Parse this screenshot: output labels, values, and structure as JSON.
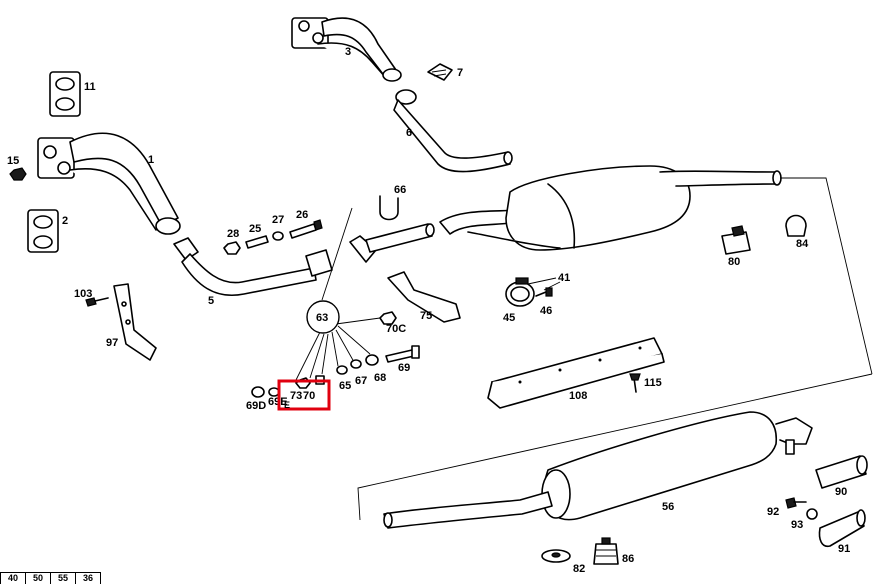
{
  "callouts": {
    "c1": "1",
    "c2": "2",
    "c3": "3",
    "c5": "5",
    "c6": "6",
    "c7": "7",
    "c11": "11",
    "c15": "15",
    "c25": "25",
    "c26": "26",
    "c27": "27",
    "c28": "28",
    "c41": "41",
    "c45": "45",
    "c46": "46",
    "c56": "56",
    "c63": "63",
    "c65": "65",
    "c66": "66",
    "c67": "67",
    "c68": "68",
    "c69": "69",
    "c69d": "69D",
    "c69e": "69E",
    "c70": "70",
    "c70c": "70C",
    "c73": "73",
    "c75": "75",
    "c80": "80",
    "c82": "82",
    "c84": "84",
    "c86": "86",
    "c90": "90",
    "c91": "91",
    "c92": "92",
    "c93": "93",
    "c97": "97",
    "c103": "103",
    "c108": "108",
    "c115": "115"
  },
  "highlight": {
    "label": "7370",
    "color": "#e0000f"
  },
  "footer": [
    "40",
    "50",
    "55",
    "36"
  ]
}
